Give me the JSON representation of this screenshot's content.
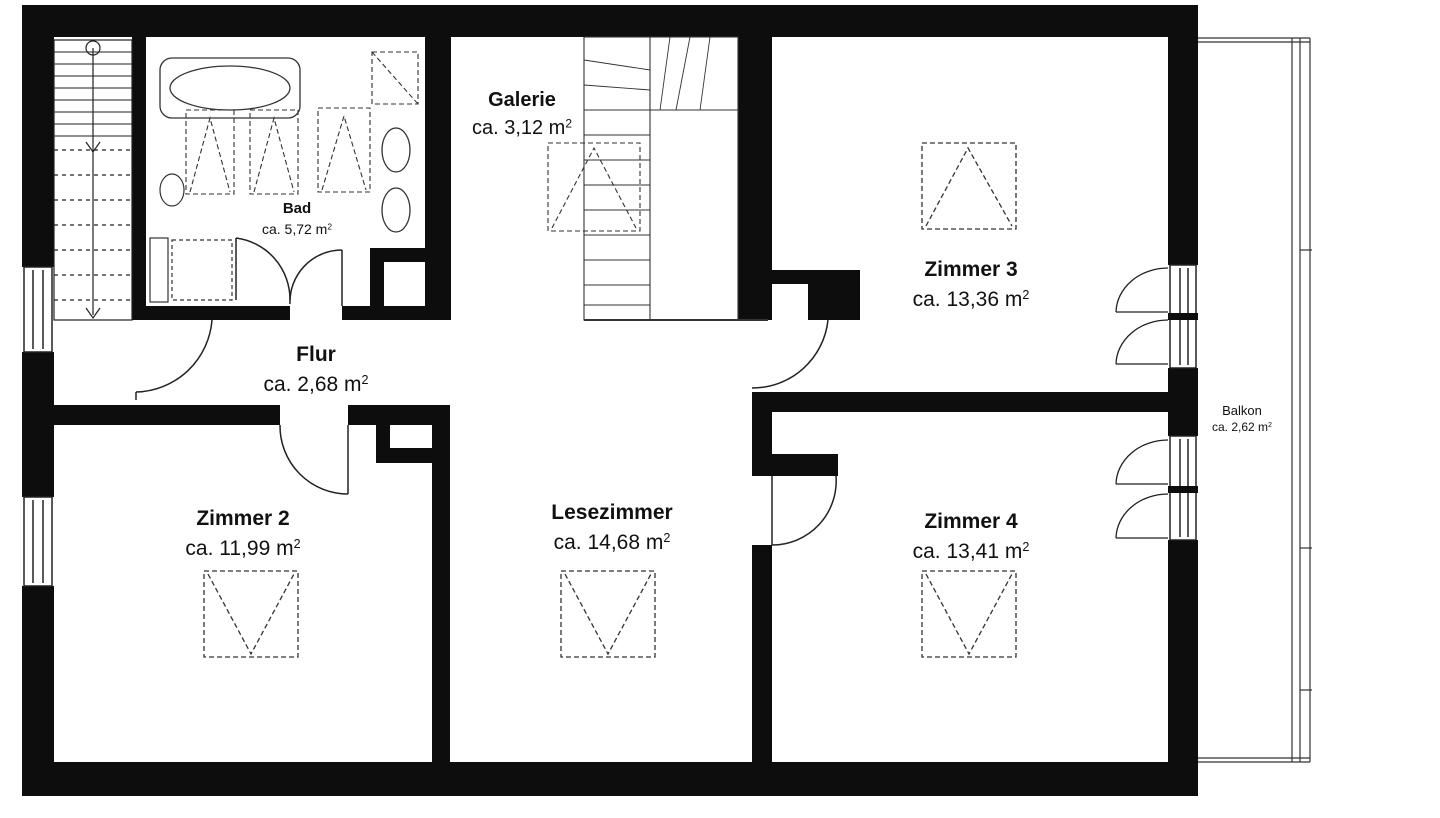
{
  "rooms": {
    "galerie": {
      "name": "Galerie",
      "area": "ca. 3,12 m",
      "unit_sup": "2"
    },
    "bad": {
      "name": "Bad",
      "area": "ca. 5,72 m",
      "unit_sup": "2"
    },
    "flur": {
      "name": "Flur",
      "area": "ca. 2,68 m",
      "unit_sup": "2"
    },
    "zimmer3": {
      "name": "Zimmer 3",
      "area": "ca. 13,36 m",
      "unit_sup": "2"
    },
    "zimmer2": {
      "name": "Zimmer 2",
      "area": "ca. 11,99 m",
      "unit_sup": "2"
    },
    "lesezimmer": {
      "name": "Lesezimmer",
      "area": "ca. 14,68 m",
      "unit_sup": "2"
    },
    "zimmer4": {
      "name": "Zimmer 4",
      "area": "ca. 13,41 m",
      "unit_sup": "2"
    },
    "balkon": {
      "name": "Balkon",
      "area": "ca. 2,62 m",
      "unit_sup": "2"
    }
  },
  "colors": {
    "wall": "#0d0d0d",
    "line": "#222222",
    "background": "#ffffff"
  },
  "icons": [
    "bathtub-icon",
    "shower-icon",
    "washbasin-icon",
    "toilet-icon",
    "staircase-icon",
    "skylight-icon",
    "door-swing-icon",
    "window-icon"
  ]
}
